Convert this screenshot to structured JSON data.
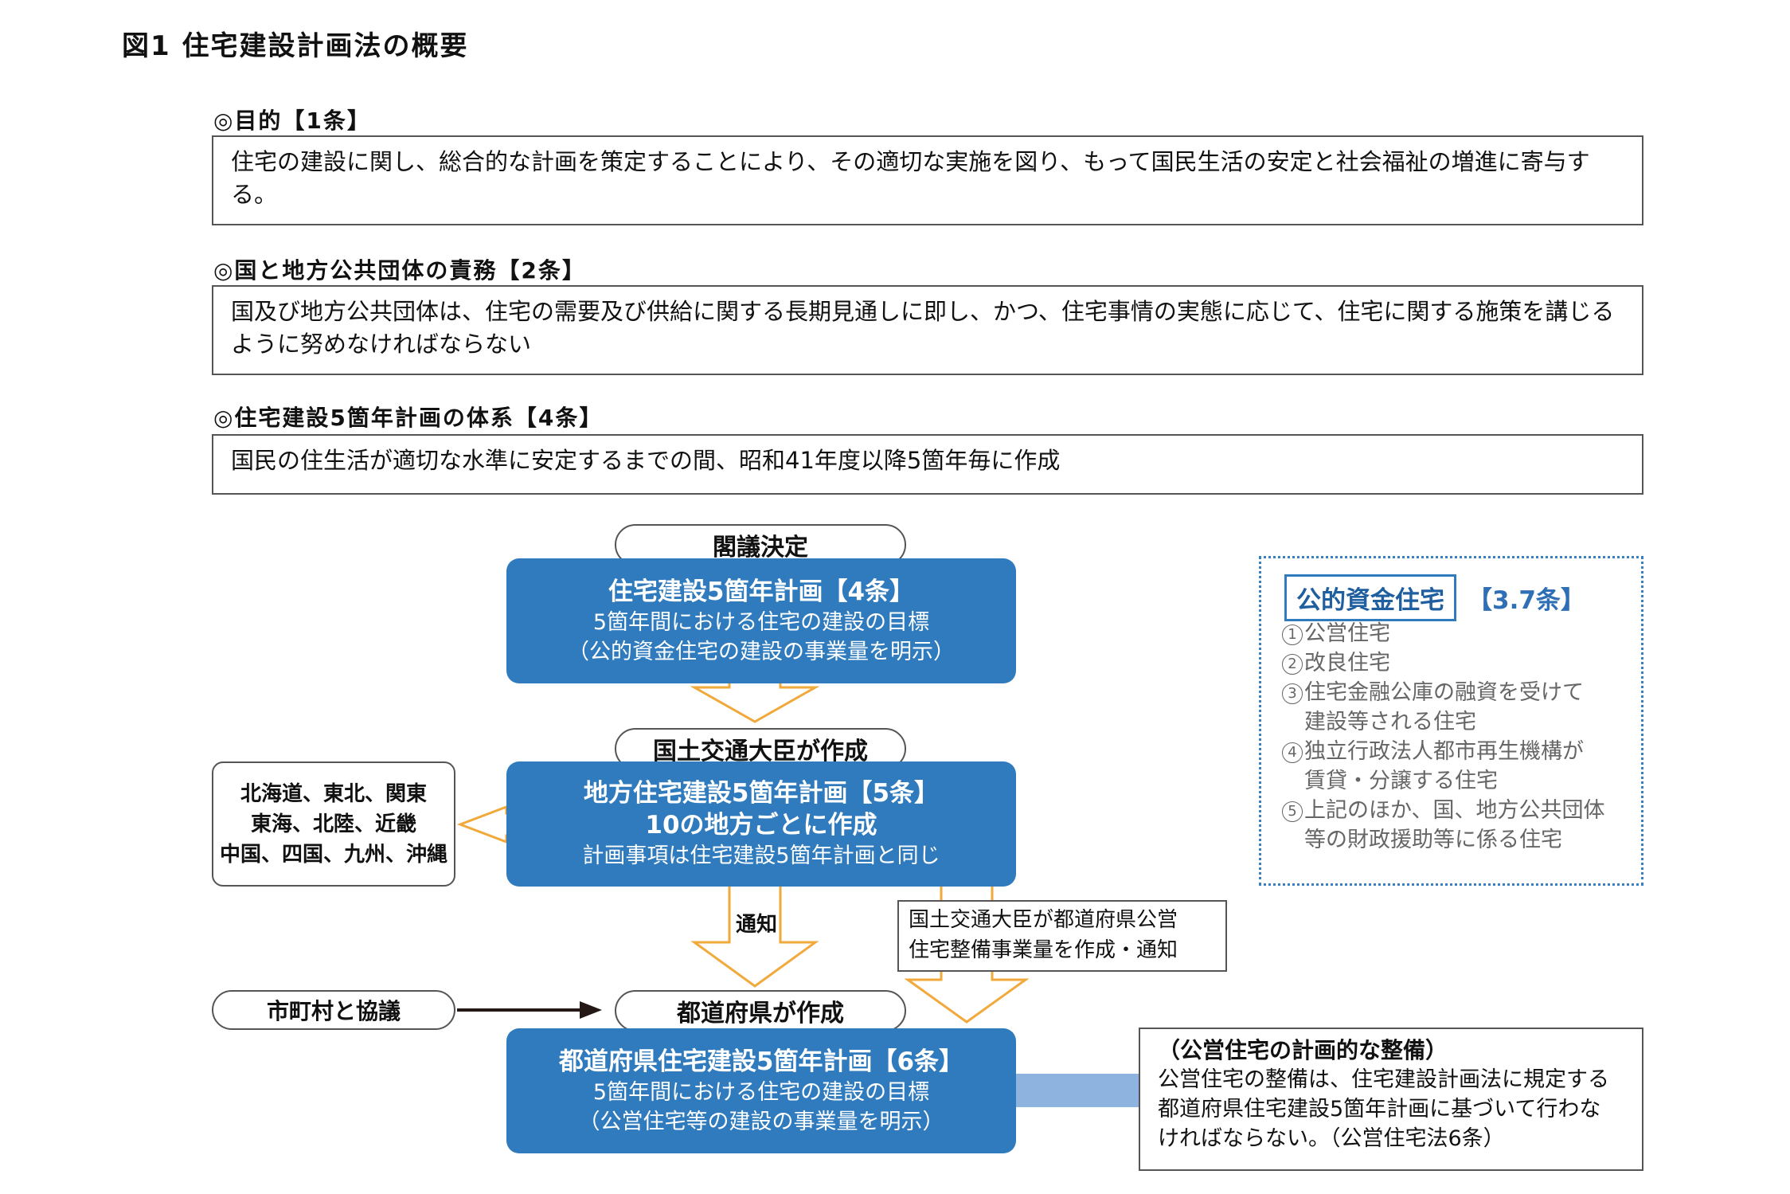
{
  "title": "図1 住宅建設計画法の概要",
  "sections": [
    {
      "heading": "◎目的【1条】",
      "body": "住宅の建設に関し、総合的な計画を策定することにより、その適切な実施を図り、もって国民生活の安定と社会福祉の増進に寄与する。"
    },
    {
      "heading": "◎国と地方公共団体の責務【2条】",
      "body": "国及び地方公共団体は、住宅の需要及び供給に関する長期見通しに即し、かつ、住宅事情の実態に応じて、住宅に関する施策を講じるように努めなければならない"
    },
    {
      "heading": "◎住宅建設5箇年計画の体系【4条】",
      "body": "国民の住生活が適切な水準に安定するまでの間、昭和41年度以降5箇年毎に作成"
    }
  ],
  "flow": {
    "cabinet": "閣議決定",
    "national_plan": {
      "title": "住宅建設5箇年計画【4条】",
      "line1": "5箇年間における住宅の建設の目標",
      "line2": "（公的資金住宅の建設の事業量を明示）"
    },
    "minister": "国土交通大臣が作成",
    "regional_plan": {
      "title": "地方住宅建設5箇年計画【5条】",
      "line1": "10の地方ごとに作成",
      "line2": "計画事項は住宅建設5箇年計画と同じ"
    },
    "regions": [
      "北海道、東北、関東",
      "東海、北陸、近畿",
      "中国、四国、九州、沖縄"
    ],
    "notify": "通知",
    "minister_note": [
      "国土交通大臣が都道府県公営",
      "住宅整備事業量を作成・通知"
    ],
    "municipal": "市町村と協議",
    "prefecture_makes": "都道府県が作成",
    "pref_plan": {
      "title": "都道府県住宅建設5箇年計画【6条】",
      "line1": "5箇年間における住宅の建設の目標",
      "line2": "（公営住宅等の建設の事業量を明示）"
    },
    "public_housing": {
      "heading": "（公営住宅の計画的な整備）",
      "lines": [
        "公営住宅の整備は、住宅建設計画法に規定する",
        "都道府県住宅建設5箇年計画に基づいて行わな",
        "ければならない。（公営住宅法6条）"
      ]
    }
  },
  "public_funds": {
    "label": "公的資金住宅",
    "article": "【3.7条】",
    "items": [
      {
        "num": "1",
        "lines": [
          "公営住宅"
        ]
      },
      {
        "num": "2",
        "lines": [
          "改良住宅"
        ]
      },
      {
        "num": "3",
        "lines": [
          "住宅金融公庫の融資を受けて",
          "建設等される住宅"
        ]
      },
      {
        "num": "4",
        "lines": [
          "独立行政法人都市再生機構が",
          "賃貸・分譲する住宅"
        ]
      },
      {
        "num": "5",
        "lines": [
          "上記のほか、国、地方公共団体",
          "等の財政援助等に係る住宅"
        ]
      }
    ]
  },
  "colors": {
    "blue": "#2f7bbd",
    "arrow_orange": "#f2a93b",
    "link_bar": "#8fb3df"
  }
}
